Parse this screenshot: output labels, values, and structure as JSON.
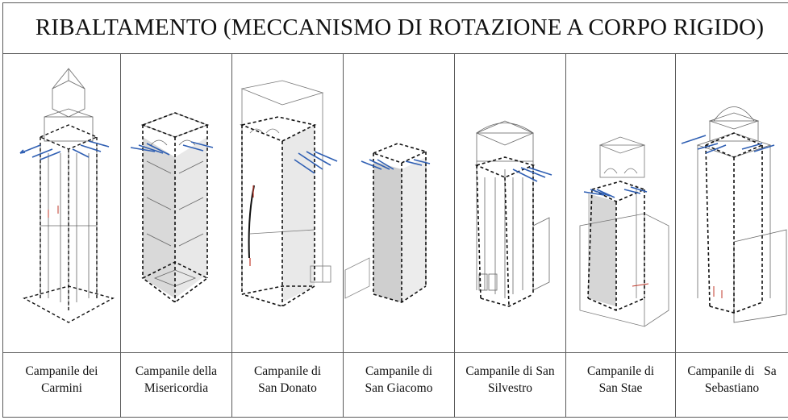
{
  "title": "RIBALTAMENTO (MECCANISMO DI ROTAZIONE A CORPO RIGIDO)",
  "columns": [
    {
      "caption": "Campanile dei\nCarmini"
    },
    {
      "caption": "Campanile della\nMisericordia"
    },
    {
      "caption": "Campanile di\nSan Donato"
    },
    {
      "caption": "Campanile di\nSan Giacomo"
    },
    {
      "caption": "Campanile di San\nSilvestro"
    },
    {
      "caption": "Campanile di\nSan Stae"
    },
    {
      "caption": "Campanile di   Sa\nSebastiano"
    }
  ],
  "colors": {
    "arrow": "#2f5fb3",
    "outline": "#111111",
    "shade": "#d9d9d9",
    "damage": "#c0392b"
  },
  "icons": [
    "tower-drawing",
    "overturning-arrow"
  ]
}
